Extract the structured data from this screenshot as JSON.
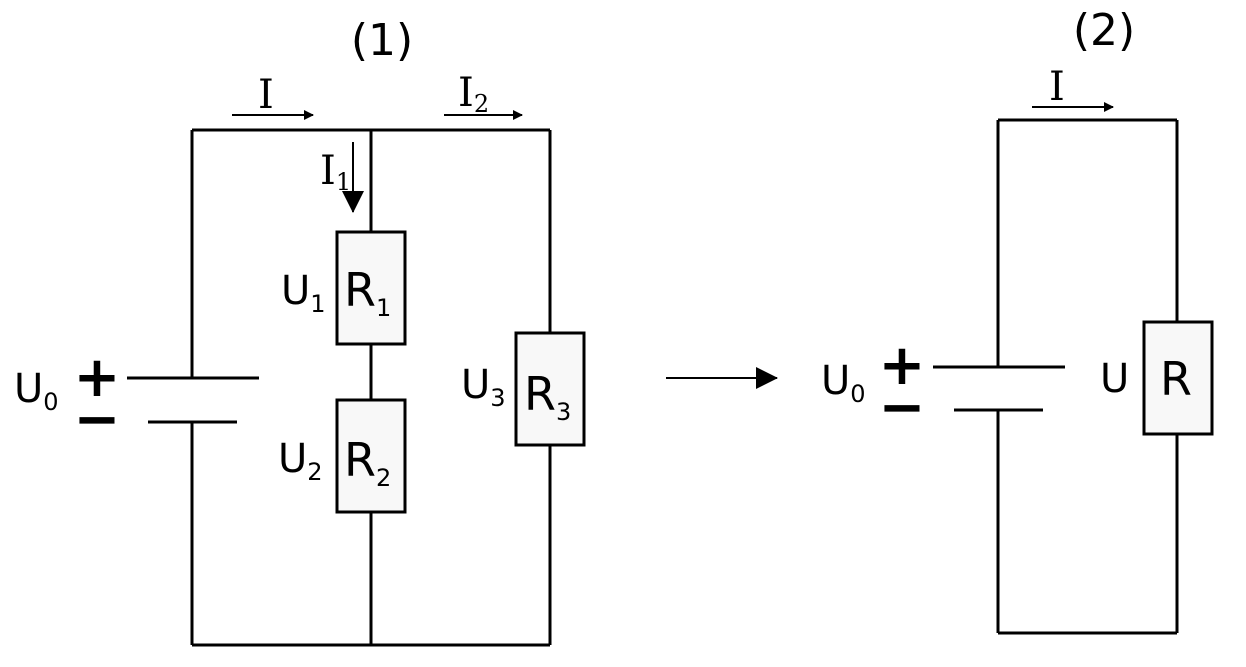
{
  "circuit1": {
    "title": "(1)",
    "source": {
      "label": "U",
      "sub": "0",
      "plus": "+",
      "minus": "−"
    },
    "current_total": {
      "label": "I"
    },
    "current_1": {
      "label": "I",
      "sub": "1"
    },
    "current_2": {
      "label": "I",
      "sub": "2"
    },
    "r1": {
      "label": "R",
      "sub": "1",
      "voltage": "U",
      "voltage_sub": "1"
    },
    "r2": {
      "label": "R",
      "sub": "2",
      "voltage": "U",
      "voltage_sub": "2"
    },
    "r3": {
      "label": "R",
      "sub": "3",
      "voltage": "U",
      "voltage_sub": "3"
    }
  },
  "circuit2": {
    "title": "(2)",
    "source": {
      "label": "U",
      "sub": "0",
      "plus": "+",
      "minus": "−"
    },
    "current": {
      "label": "I"
    },
    "r": {
      "label": "R",
      "voltage": "U"
    }
  }
}
